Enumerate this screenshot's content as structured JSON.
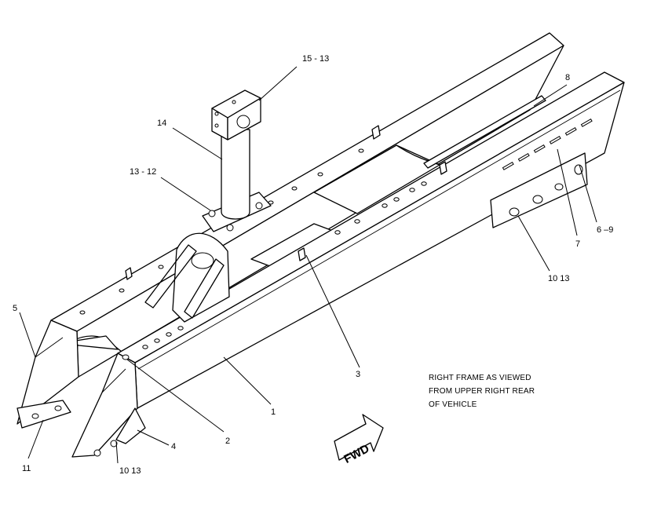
{
  "callouts": {
    "c_15_13": "15 - 13",
    "c_14": "14",
    "c_13_12": "13 - 12",
    "c_8": "8",
    "c_6_9": "6 –9",
    "c_7": "7",
    "c_10_13_upper": "10   13",
    "c_3": "3",
    "c_1": "1",
    "c_2": "2",
    "c_4": "4",
    "c_10_13_lower": "10   13",
    "c_11": "11",
    "c_5": "5"
  },
  "caption": {
    "line1": "RIGHT FRAME AS VIEWED",
    "line2": "FROM UPPER RIGHT REAR",
    "line3": "OF VEHICLE"
  },
  "fwd_label": "FWD",
  "icons": [
    "fwd-arrow-icon"
  ]
}
